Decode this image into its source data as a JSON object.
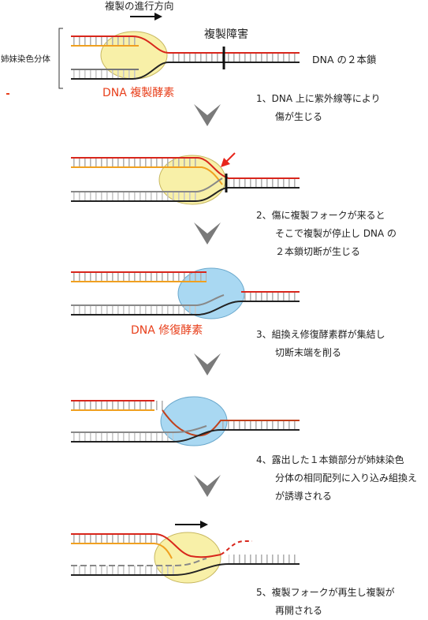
{
  "labels": {
    "direction": "複製の進行方向",
    "block": "複製障害",
    "dna_double": "DNA の２本鎖",
    "sister": "姉妹染色分体",
    "replication_enzyme": "DNA 複製酵素",
    "repair_enzyme": "DNA 修復酵素"
  },
  "steps": [
    "1、DNA 上に紫外線等により\n　　傷が生じる",
    "2、傷に複製フォークが来ると\n　　そこで複製が停止し DNA の\n　　２本鎖切断が生じる",
    "3、組換え修復酵素群が集結し\n　　切断末端を削る",
    "4、露出した１本鎖部分が姉妹染色\n　　分体の相同配列に入り込み組換え\n　　が誘導される",
    "5、複製フォークが再生し複製が\n　　再開される"
  ],
  "colors": {
    "red_strand": "#d8261c",
    "orange_strand": "#f0a020",
    "gray_strand": "#777777",
    "black_strand": "#222222",
    "rung": "#aaaaaa",
    "polymerase_fill": "#f8f0a8",
    "repair_fill": "#a9d8f2",
    "arrow": "#7a7a7a",
    "accent": "#e8401c"
  },
  "icons": [
    "right-arrow-icon",
    "down-chevron-icon",
    "damage-pointer-icon"
  ]
}
